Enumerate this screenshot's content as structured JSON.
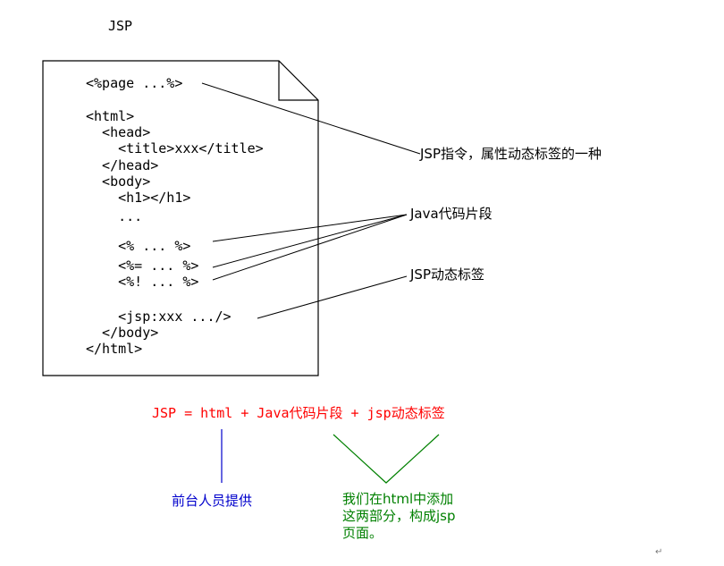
{
  "title": "JSP",
  "document": {
    "lines": [
      "<%page ...%>",
      "",
      "<html>",
      "  <head>",
      "    <title>xxx</title>",
      "  </head>",
      "  <body>",
      "    <h1></h1>",
      "    ...",
      "",
      "    <% ... %>",
      "    <%= ... %>",
      "    <%! ... %>",
      "",
      "    <jsp:xxx .../>",
      "  </body>",
      "</html>"
    ]
  },
  "annotations": {
    "directive": "JSP指令，属性动态标签的一种",
    "java_code": "Java代码片段",
    "jsp_tags": "JSP动态标签"
  },
  "formula": "JSP = html + Java代码片段 + jsp动态标签",
  "notes": {
    "frontend": "前台人员提供",
    "backend": [
      "我们在html中添加",
      "这两部分，构成jsp",
      "页面。"
    ]
  },
  "colors": {
    "formula": "#ff0000",
    "frontend": "#0000cc",
    "backend": "#008000",
    "lines": "#000000"
  },
  "page_mark": "↵"
}
